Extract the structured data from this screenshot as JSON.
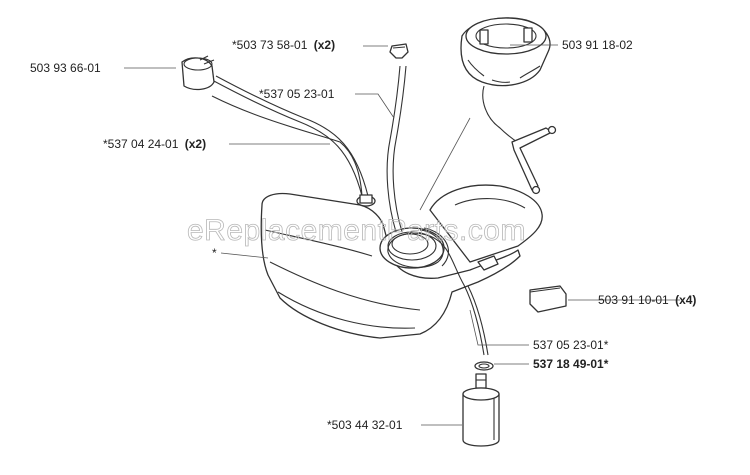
{
  "watermark": "eReplacementParts.com",
  "callouts": [
    {
      "id": "fuel-cap",
      "number": "503 91 18-02",
      "qty": ""
    },
    {
      "id": "valve",
      "number": "*503 73 58-01",
      "qty": "(x2)"
    },
    {
      "id": "grommet",
      "number": "503 93 66-01",
      "qty": ""
    },
    {
      "id": "vent-hose",
      "number": "*537 05 23-01",
      "qty": ""
    },
    {
      "id": "fuel-hose-pair",
      "number": "*537 04 24-01",
      "qty": "(x2)"
    },
    {
      "id": "tank",
      "number": "*",
      "qty": ""
    },
    {
      "id": "pad",
      "number": "503 91 10-01",
      "qty": "(x4)"
    },
    {
      "id": "fuel-line",
      "number": "537 05 23-01*",
      "qty": ""
    },
    {
      "id": "o-ring",
      "number": "537 18 49-01*",
      "qty": ""
    },
    {
      "id": "filter",
      "number": "*503 44 32-01",
      "qty": ""
    }
  ]
}
